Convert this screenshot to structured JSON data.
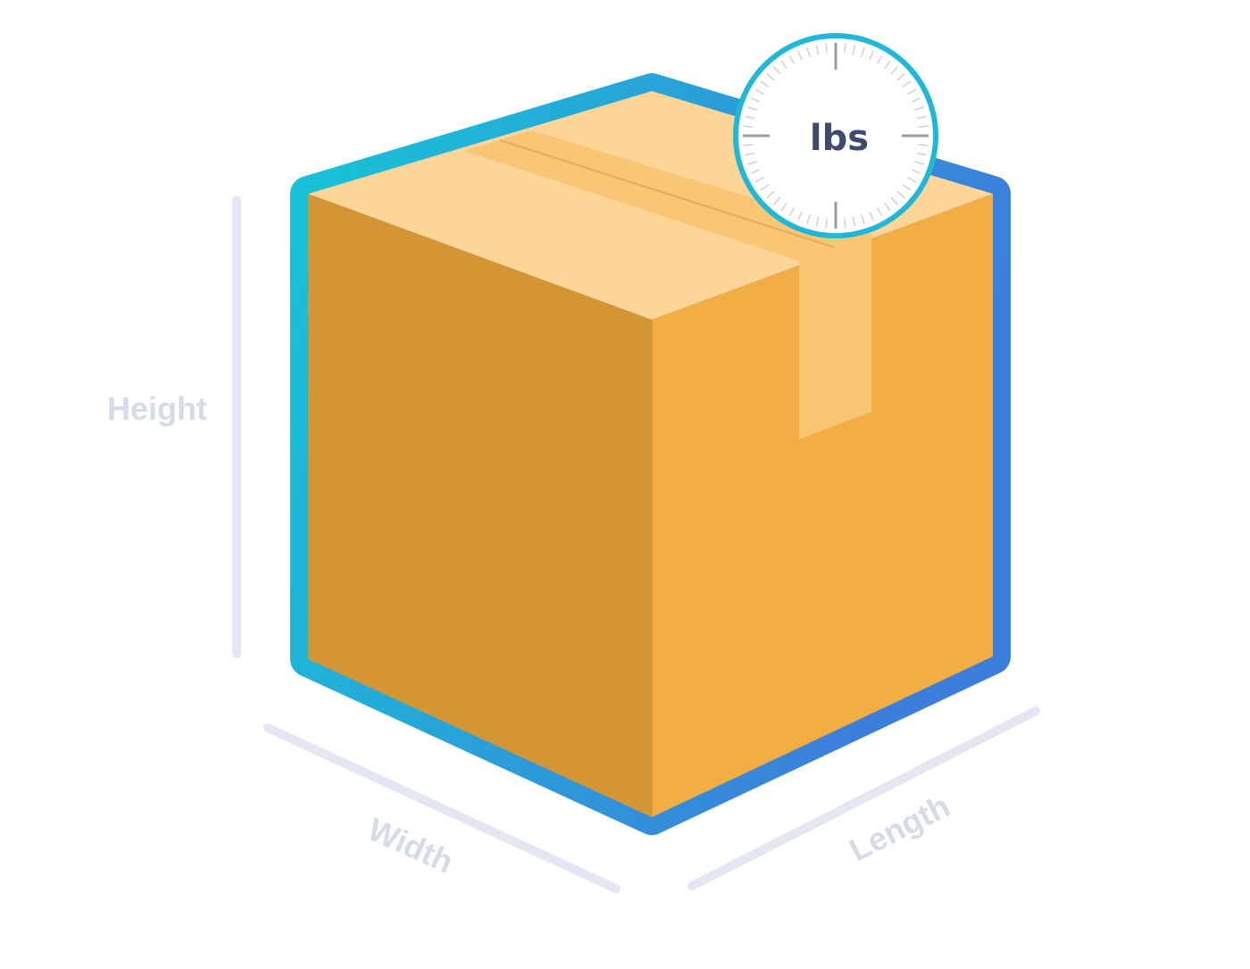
{
  "labels": {
    "height": "Height",
    "width": "Width",
    "length": "Length"
  },
  "scale": {
    "unit": "lbs"
  },
  "colors": {
    "outline_start": "#16c4d6",
    "outline_end": "#3c7edb",
    "box_left_face": "#d49535",
    "box_right_face": "#f2ad45",
    "box_top_face": "#fdd596",
    "tape": "#f6c06a",
    "dimension_line": "#e3e7f1",
    "label": "#d6dbe8",
    "scale_text": "#3e4b6d",
    "scale_ring": "#1fb8d8",
    "scale_ticks": "#c9c9c9"
  },
  "icons": {
    "box": "cardboard-box-icon",
    "scale": "weight-scale-icon"
  }
}
